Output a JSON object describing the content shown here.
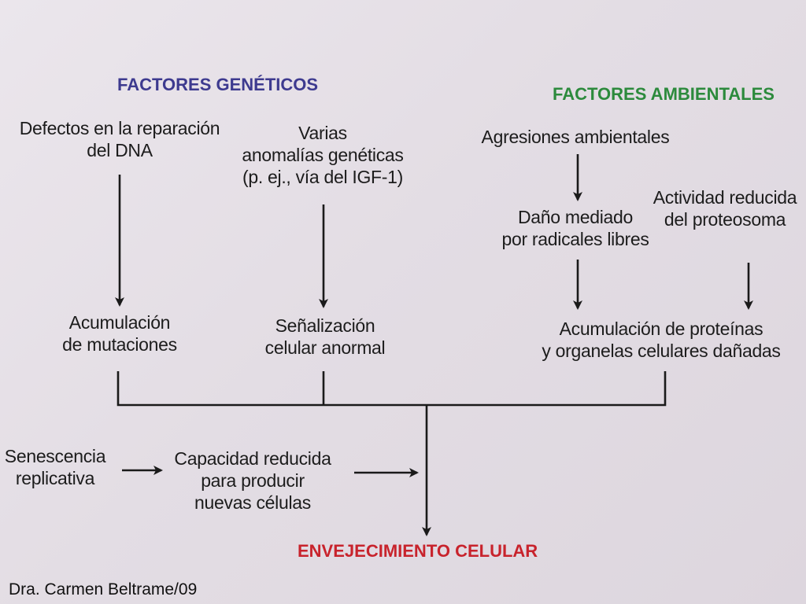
{
  "headers": {
    "genetic": "FACTORES GENÉTICOS",
    "environmental": "FACTORES AMBIENTALES",
    "outcome": "ENVEJECIMIENTO CELULAR"
  },
  "nodes": {
    "dna_repair": "Defectos en la reparación\ndel DNA",
    "genetic_anomalies": "Varias\nanomalías genéticas\n(p. ej., vía del IGF-1)",
    "env_aggressions": "Agresiones ambientales",
    "proteasome": "Actividad reducida\ndel proteosoma",
    "free_radicals": "Daño mediado\npor radicales libres",
    "mutations": "Acumulación\nde mutaciones",
    "signaling": "Señalización\ncelular anormal",
    "protein_accumulation": "Acumulación de proteínas\ny organelas celulares dañadas",
    "senescence": "Senescencia\nreplicativa",
    "reduced_capacity": "Capacidad reducida\npara producir\nnuevas células"
  },
  "credit": "Dra. Carmen Beltrame/09",
  "colors": {
    "genetic_header": "#3d3a8f",
    "environmental_header": "#2c8a3c",
    "outcome_header": "#c8232c",
    "arrow": "#1a1a1a"
  }
}
